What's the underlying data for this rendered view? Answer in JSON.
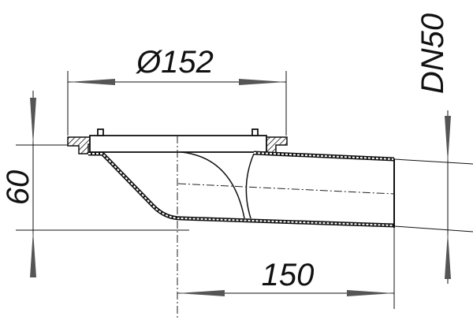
{
  "dimensions": {
    "diameter": "Ø152",
    "height": "60",
    "length": "150",
    "outlet": "DN50"
  },
  "colors": {
    "line": "#111111",
    "background": "#ffffff"
  }
}
